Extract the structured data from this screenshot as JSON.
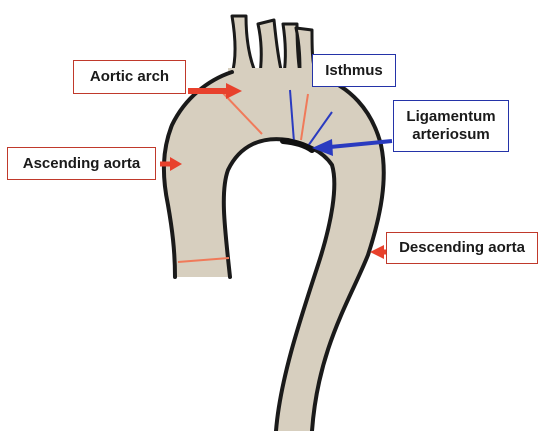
{
  "labels": {
    "aortic_arch": "Aortic arch",
    "isthmus": "Isthmus",
    "ligamentum_line1": "Ligamentum",
    "ligamentum_line2": "arteriosum",
    "ascending_aorta": "Ascending aorta",
    "descending_aorta": "Descending aorta"
  },
  "colors": {
    "vessel_fill": "#d7cfbf",
    "vessel_outline": "#1a1a1a",
    "red_marker": "#e8412c",
    "orange_boundary": "#f07a5a",
    "blue_marker": "#2a3bc0",
    "red_box_border": "#c0392b",
    "blue_box_border": "#2433a8"
  }
}
